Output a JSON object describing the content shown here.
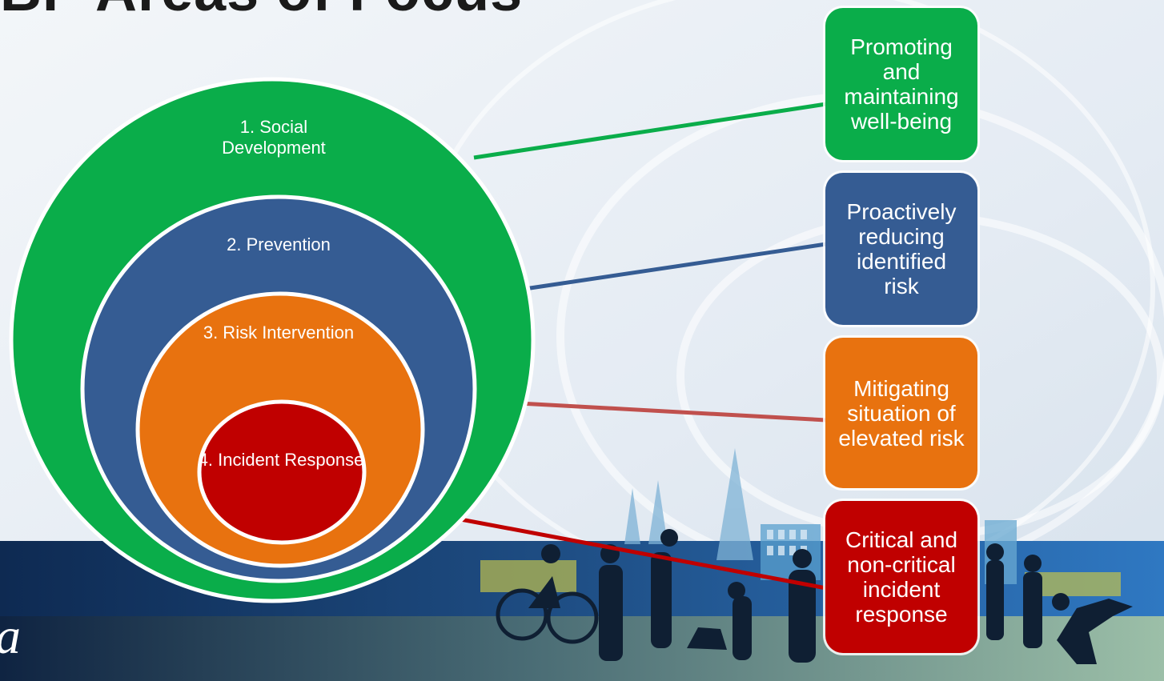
{
  "title": "BP Areas of Focus",
  "logo_letter": "a",
  "colors": {
    "green": "#0aad4a",
    "blue": "#355c93",
    "orange": "#e8720f",
    "red": "#c00000",
    "banner": "#173a66"
  },
  "rings": [
    {
      "label": "1. Social Development",
      "color": "#0aad4a"
    },
    {
      "label": "2. Prevention",
      "color": "#355c93"
    },
    {
      "label": "3. Risk Intervention",
      "color": "#e8720f"
    },
    {
      "label": "4. Incident Response",
      "color": "#c00000"
    }
  ],
  "boxes": [
    {
      "text": "Promoting and maintaining well-being",
      "color": "#0aad4a"
    },
    {
      "text": "Proactively reducing identified risk",
      "color": "#355c93"
    },
    {
      "text": "Mitigating situation of elevated risk",
      "color": "#e8720f"
    },
    {
      "text": "Critical and non-critical incident response",
      "color": "#c00000"
    }
  ]
}
